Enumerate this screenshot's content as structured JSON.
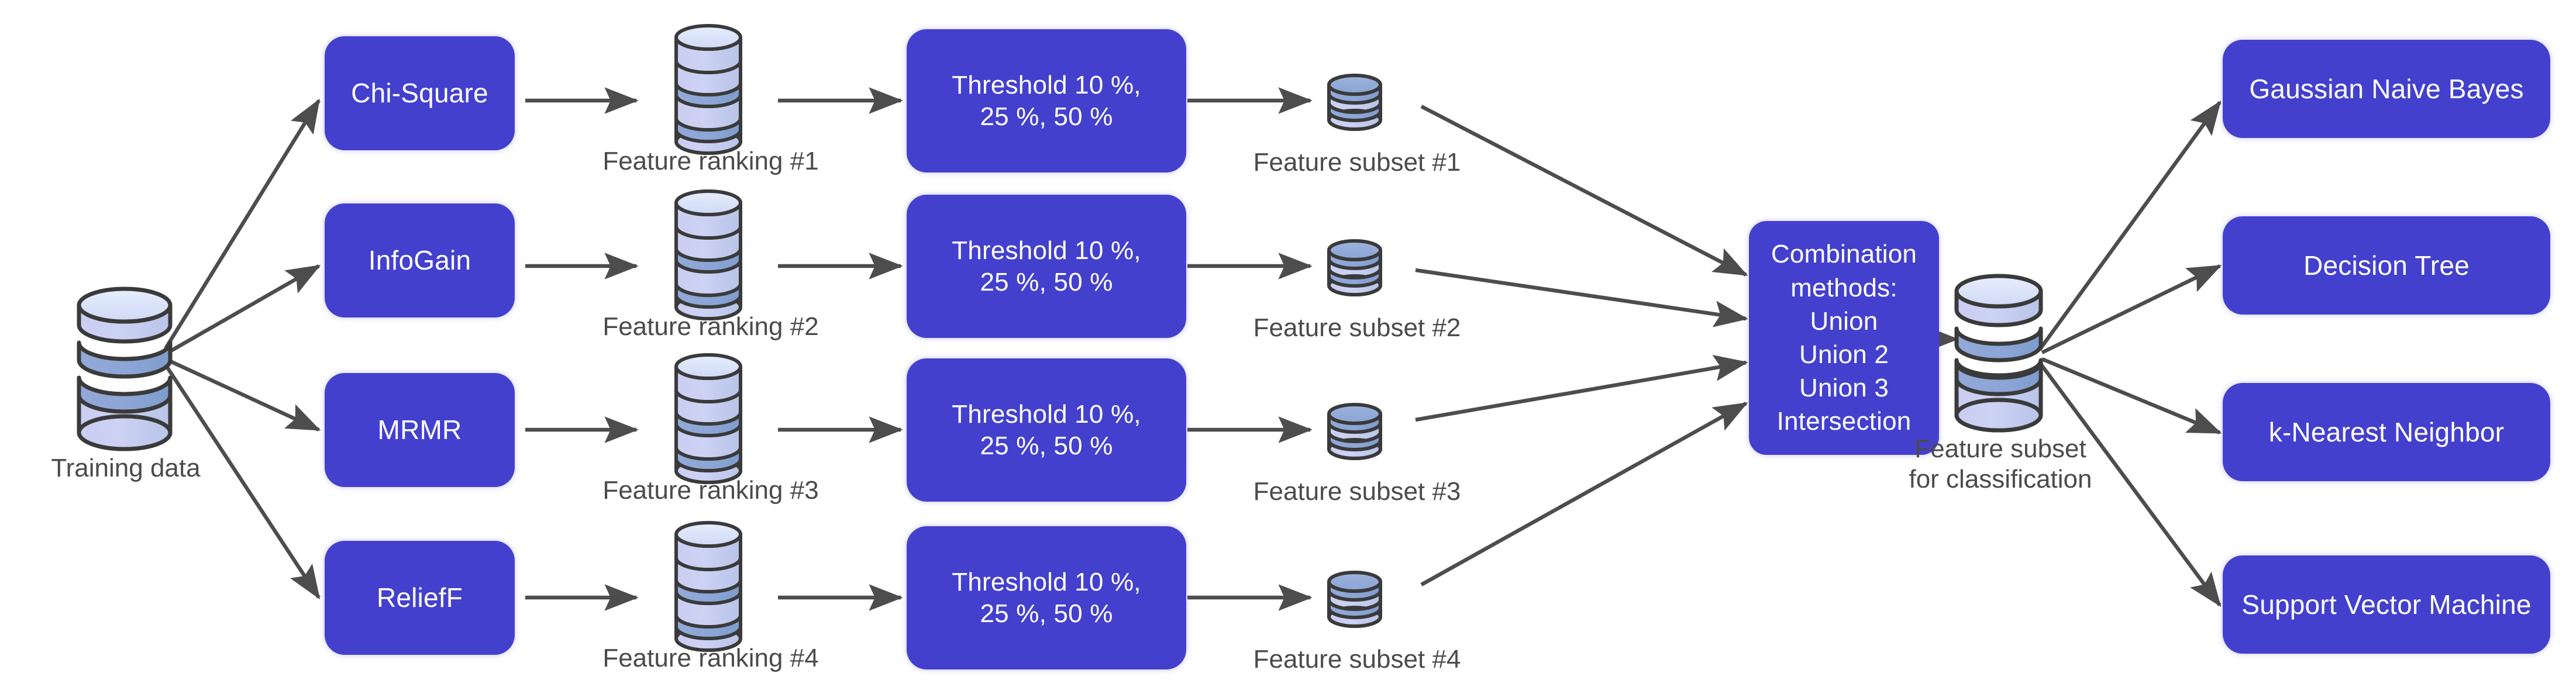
{
  "diagram": {
    "title": "Feature selection ensemble pipeline",
    "colors": {
      "box_fill": "#4440ce",
      "box_text": "#ffffff",
      "caption_text": "#4b4b4b",
      "arrow": "#4d4d4d",
      "cylinder_light": "#dde6fb",
      "cylinder_mid": "#c3c7f2",
      "cylinder_dark": "#8fa8d6",
      "cylinder_stroke": "#3a3a3a",
      "background": "#ffffff"
    },
    "source": {
      "label": "Training data",
      "icon": "database-icon"
    },
    "selectors": [
      {
        "label": "Chi-Square"
      },
      {
        "label": "InfoGain"
      },
      {
        "label": "MRMR"
      },
      {
        "label": "ReliefF"
      }
    ],
    "rankings": [
      {
        "label": "Feature ranking #1",
        "icon": "database-icon"
      },
      {
        "label": "Feature ranking #2",
        "icon": "database-icon"
      },
      {
        "label": "Feature ranking #3",
        "icon": "database-icon"
      },
      {
        "label": "Feature ranking #4",
        "icon": "database-icon"
      }
    ],
    "thresholds": [
      {
        "line1": "Threshold 10 %,",
        "line2": "25 %, 50 %"
      },
      {
        "line1": "Threshold 10 %,",
        "line2": "25 %, 50 %"
      },
      {
        "line1": "Threshold 10 %,",
        "line2": "25 %, 50 %"
      },
      {
        "line1": "Threshold 10 %,",
        "line2": "25 %, 50 %"
      }
    ],
    "subsets": [
      {
        "label": "Feature subset #1",
        "icon": "database-icon"
      },
      {
        "label": "Feature subset #2",
        "icon": "database-icon"
      },
      {
        "label": "Feature subset #3",
        "icon": "database-icon"
      },
      {
        "label": "Feature subset #4",
        "icon": "database-icon"
      }
    ],
    "combination": {
      "heading_line1": "Combination",
      "heading_line2": "methods:",
      "methods": [
        "Union",
        "Union 2",
        "Union 3",
        "Intersection"
      ]
    },
    "final_subset": {
      "line1": "Feature subset",
      "line2": "for classification",
      "icon": "database-icon"
    },
    "classifiers": [
      {
        "label": "Gaussian Naive Bayes"
      },
      {
        "label": "Decision Tree"
      },
      {
        "label": "k-Nearest Neighbor"
      },
      {
        "label": "Support Vector Machine"
      }
    ]
  }
}
